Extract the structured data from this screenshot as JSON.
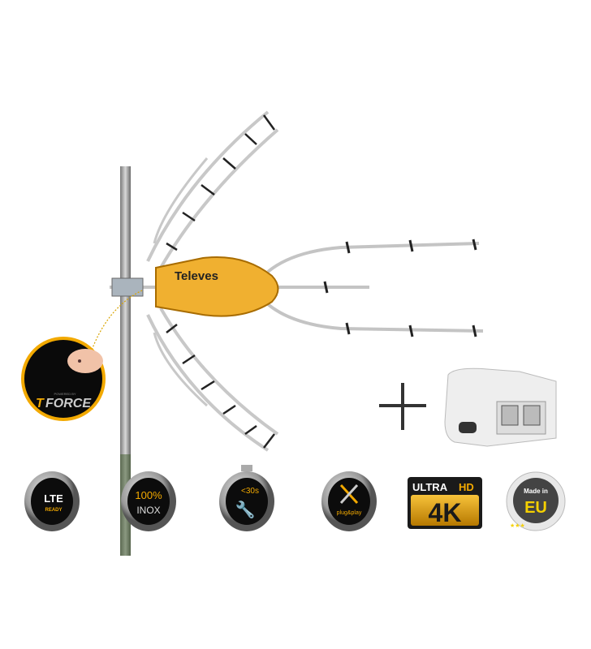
{
  "brand": "Televes",
  "tforce": {
    "powered_by": "POWERED BY",
    "name": "FORCE",
    "prefix": "T"
  },
  "badges": {
    "lte": {
      "line1": "LTE",
      "line2": "READY"
    },
    "inox": {
      "line1": "100%",
      "line2": "INOX"
    },
    "timer": {
      "label": "<30s"
    },
    "plug": {
      "label": "plug&play"
    },
    "uhd": {
      "line1": "ULTRA",
      "line1b": "HD",
      "line2": "4K"
    },
    "eu": {
      "line1": "Made in",
      "line2": "EU"
    }
  },
  "colors": {
    "accent": "#f2a900",
    "body": "#f0b030",
    "dark": "#111111",
    "metal": "#b8b8b8"
  }
}
